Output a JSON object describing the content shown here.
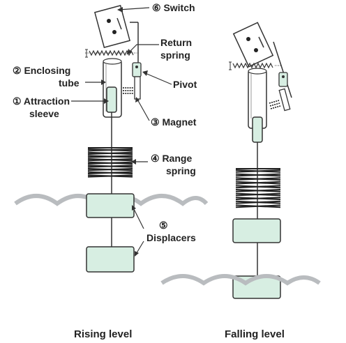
{
  "labels": {
    "switch": "⑥ Switch",
    "return_spring_1": "Return",
    "return_spring_2": "spring",
    "enclosing_tube_1": "② Enclosing",
    "enclosing_tube_2": "tube",
    "pivot": "Pivot",
    "attraction_sleeve_1": "① Attraction",
    "attraction_sleeve_2": "sleeve",
    "magnet": "③ Magnet",
    "range_spring_1": "④ Range",
    "range_spring_2": "spring",
    "displacers_num": "⑤",
    "displacers": "Displacers"
  },
  "captions": {
    "rising": "Rising level",
    "falling": "Falling level"
  },
  "colors": {
    "displacer_fill": "#d7eee2",
    "water": "#b9bcbf",
    "line": "#333333"
  }
}
